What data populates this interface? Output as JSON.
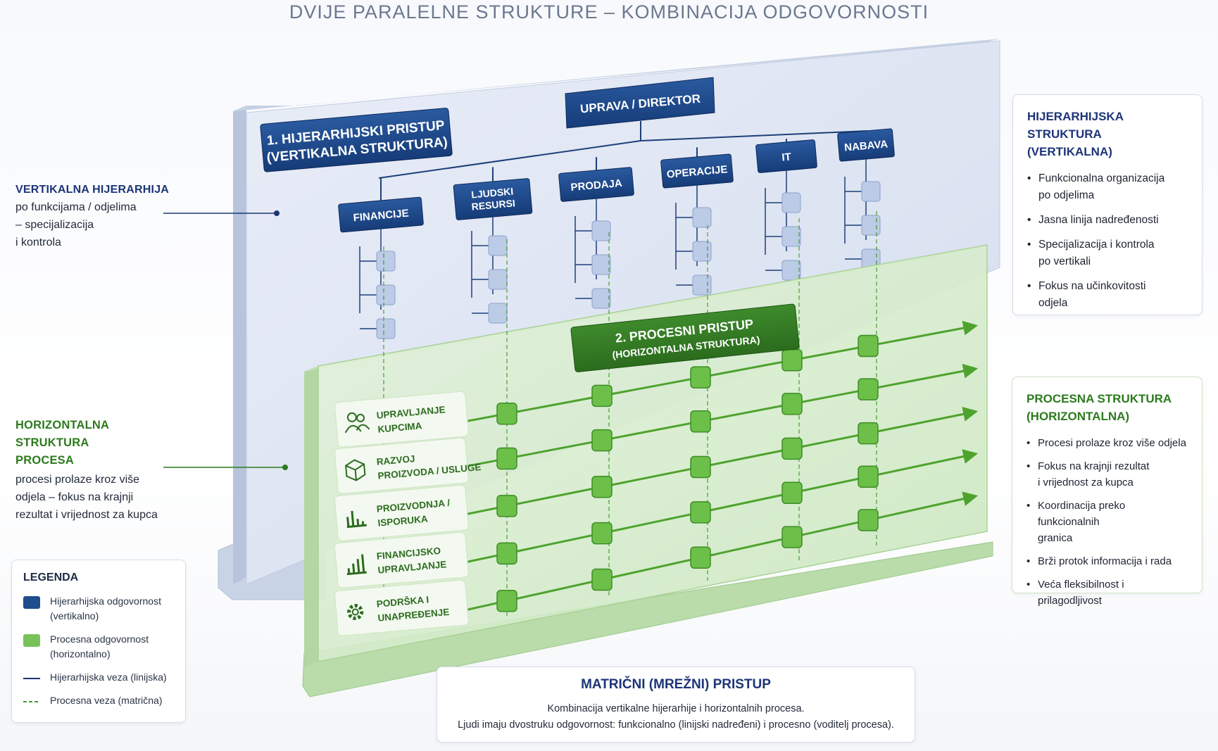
{
  "title": "DVIJE PARALELNE STRUKTURE – KOMBINACIJA ODGOVORNOSTI",
  "colors": {
    "hierarchy_blue": "#1f4c8c",
    "process_green": "#58b23a",
    "panel_blue": "#dde4f1",
    "panel_green": "#cfe8c6"
  },
  "left_notes": {
    "vertical": {
      "heading": "VERTIKALNA HIJERARHIJA",
      "lines": [
        "po funkcijama / odjelima",
        "– specijalizacija",
        "i kontrola"
      ]
    },
    "horizontal": {
      "heading_lines": [
        "HORIZONTALNA STRUKTURA",
        "PROCESA"
      ],
      "lines": [
        "procesi prolaze kroz više",
        "odjela – fokus na krajnji",
        "rezultat i vrijednost za kupca"
      ]
    }
  },
  "hierarchy_panel": {
    "label_lines": [
      "1. HIJERARHIJSKI PRISTUP",
      "(VERTIKALNA STRUKTURA)"
    ],
    "top": "UPRAVA / DIREKTOR",
    "departments": [
      {
        "lines": [
          "FINANCIJE"
        ]
      },
      {
        "lines": [
          "LJUDSKI",
          "RESURSI"
        ]
      },
      {
        "lines": [
          "PRODAJA"
        ]
      },
      {
        "lines": [
          "OPERACIJE"
        ]
      },
      {
        "lines": [
          "IT"
        ]
      },
      {
        "lines": [
          "NABAVA"
        ]
      }
    ]
  },
  "process_panel": {
    "label_lines": [
      "2. PROCESNI PRISTUP",
      "(HORIZONTALNA STRUKTURA)"
    ],
    "processes": [
      {
        "icon": "users-icon",
        "lines": [
          "UPRAVLJANJE",
          "KUPCIMA"
        ]
      },
      {
        "icon": "box-icon",
        "lines": [
          "RAZVOJ",
          "PROIZVODA / USLUGE"
        ]
      },
      {
        "icon": "factory-icon",
        "lines": [
          "PROIZVODNJA /",
          "ISPORUKA"
        ]
      },
      {
        "icon": "bar-chart-icon",
        "lines": [
          "FINANCIJSKO",
          "UPRAVLJANJE"
        ]
      },
      {
        "icon": "gear-icon",
        "lines": [
          "PODRŠKA I",
          "UNAPREĐENJE"
        ]
      }
    ]
  },
  "legend": {
    "title": "LEGENDA",
    "items": [
      {
        "kind": "swatch",
        "color": "#1f4c8c",
        "lines": [
          "Hijerarhijska odgovornost",
          "(vertikalno)"
        ]
      },
      {
        "kind": "swatch",
        "color": "#79c25a",
        "lines": [
          "Procesna odgovornost",
          "(horizontalno)"
        ]
      },
      {
        "kind": "line",
        "color": "#1d3478",
        "lines": [
          "Hijerarhijska veza (linijska)"
        ]
      },
      {
        "kind": "dashed",
        "color": "#3f9a2b",
        "lines": [
          "Procesna veza (matrična)"
        ]
      }
    ]
  },
  "card_vertical": {
    "title_lines": [
      "HIJERARHIJSKA STRUKTURA",
      "(VERTIKALNA)"
    ],
    "items": [
      [
        "Funkcionalna organizacija",
        "po odjelima"
      ],
      [
        "Jasna linija nadređenosti"
      ],
      [
        "Specijalizacija i kontrola",
        "po vertikali"
      ],
      [
        "Fokus na učinkovitosti",
        "odjela"
      ]
    ]
  },
  "card_horizontal": {
    "title_lines": [
      "PROCESNA STRUKTURA",
      "(HORIZONTALNA)"
    ],
    "items": [
      [
        "Procesi prolaze kroz više odjela"
      ],
      [
        "Fokus na krajnji rezultat",
        "i vrijednost za kupca"
      ],
      [
        "Koordinacija preko funkcionalnih",
        "granica"
      ],
      [
        "Brži protok informacija i rada"
      ],
      [
        "Veća fleksibilnost i prilagodljivost"
      ]
    ]
  },
  "matrix": {
    "title": "MATRIČNI (MREŽNI) PRISTUP",
    "lines": [
      "Kombinacija vertikalne hijerarhije i horizontalnih procesa.",
      "Ljudi imaju dvostruku odgovornost: funkcionalno (linijski nadređeni) i procesno (voditelj procesa)."
    ]
  }
}
